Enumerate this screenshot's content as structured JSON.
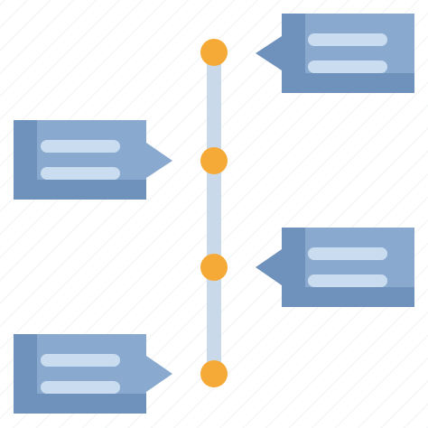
{
  "icon": {
    "name": "timeline-icon",
    "colors": {
      "card_dark": "#6f92bd",
      "card_light": "#89a9cf",
      "text_line": "#c9dcf0",
      "spine": "#c9d9ea",
      "node": "#f5aa38"
    },
    "entries": [
      {
        "name": "timeline-entry-1",
        "side": "right"
      },
      {
        "name": "timeline-entry-2",
        "side": "left"
      },
      {
        "name": "timeline-entry-3",
        "side": "right"
      },
      {
        "name": "timeline-entry-4",
        "side": "left"
      }
    ]
  }
}
